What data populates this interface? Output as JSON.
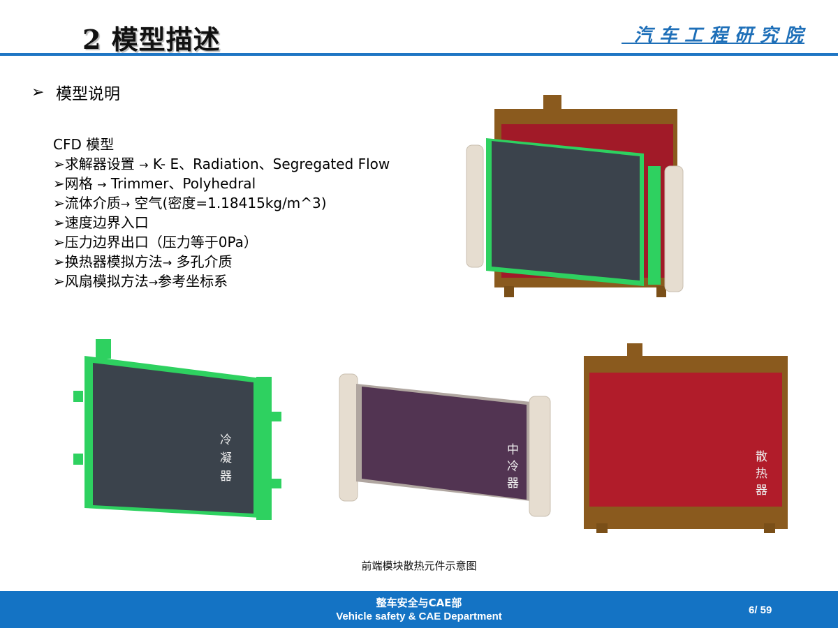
{
  "header": {
    "title": "2 模型描述",
    "institute": "汽车工程研究院"
  },
  "section": {
    "bullet": "➢",
    "heading": "模型说明"
  },
  "content": {
    "heading": "CFD 模型",
    "items": [
      {
        "text": "求解器设置",
        "arrow": "→",
        "rest": " K- E、Radiation、Segregated Flow"
      },
      {
        "text": "网格 ",
        "arrow": "→",
        "rest": " Trimmer、Polyhedral"
      },
      {
        "text": "流体介质",
        "arrow": "→",
        "rest": " 空气(密度=1.18415kg/m^3)"
      },
      {
        "text": "速度边界入口",
        "arrow": "",
        "rest": ""
      },
      {
        "text": "压力边界出口（压力等于0Pa）",
        "arrow": "",
        "rest": ""
      },
      {
        "text": "换热器模拟方法",
        "arrow": "→",
        "rest": " 多孔介质"
      },
      {
        "text": "风扇模拟方法",
        "arrow": "→",
        "rest": "参考坐标系"
      }
    ],
    "item_marker": "➢"
  },
  "figures": {
    "condenser_label": [
      "冷",
      "凝",
      "器"
    ],
    "intercooler_label": [
      "中",
      "冷",
      "器"
    ],
    "radiator_label": [
      "散",
      "热",
      "器"
    ],
    "caption": "前端模块散热元件示意图"
  },
  "colors": {
    "accent": "#1473c4",
    "condenser_core": "#3b434c",
    "condenser_frame": "#2ed160",
    "intercooler_core": "#523452",
    "radiator_core": "#b11c2a",
    "radiator_tank": "#8a5a1e",
    "tank_white": "#e6ddd0"
  },
  "footer": {
    "cn": "整车安全与CAE部",
    "en": "Vehicle safety & CAE Department",
    "page": "6/  59"
  }
}
